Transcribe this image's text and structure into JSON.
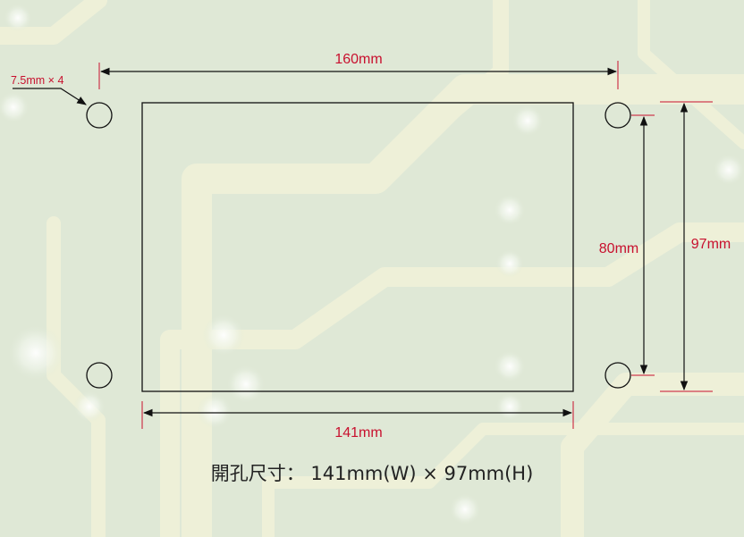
{
  "dimensions": {
    "hole_label": "7.5mm × 4",
    "overall_width": "160mm",
    "cutout_width": "141mm",
    "hole_spacing_vertical": "80mm",
    "overall_height": "97mm"
  },
  "caption": "開孔尺寸： 141mm(W) × 97mm(H)",
  "colors": {
    "dimension_text": "#c8102e",
    "line": "#111111",
    "background": "#dfe8d6"
  }
}
